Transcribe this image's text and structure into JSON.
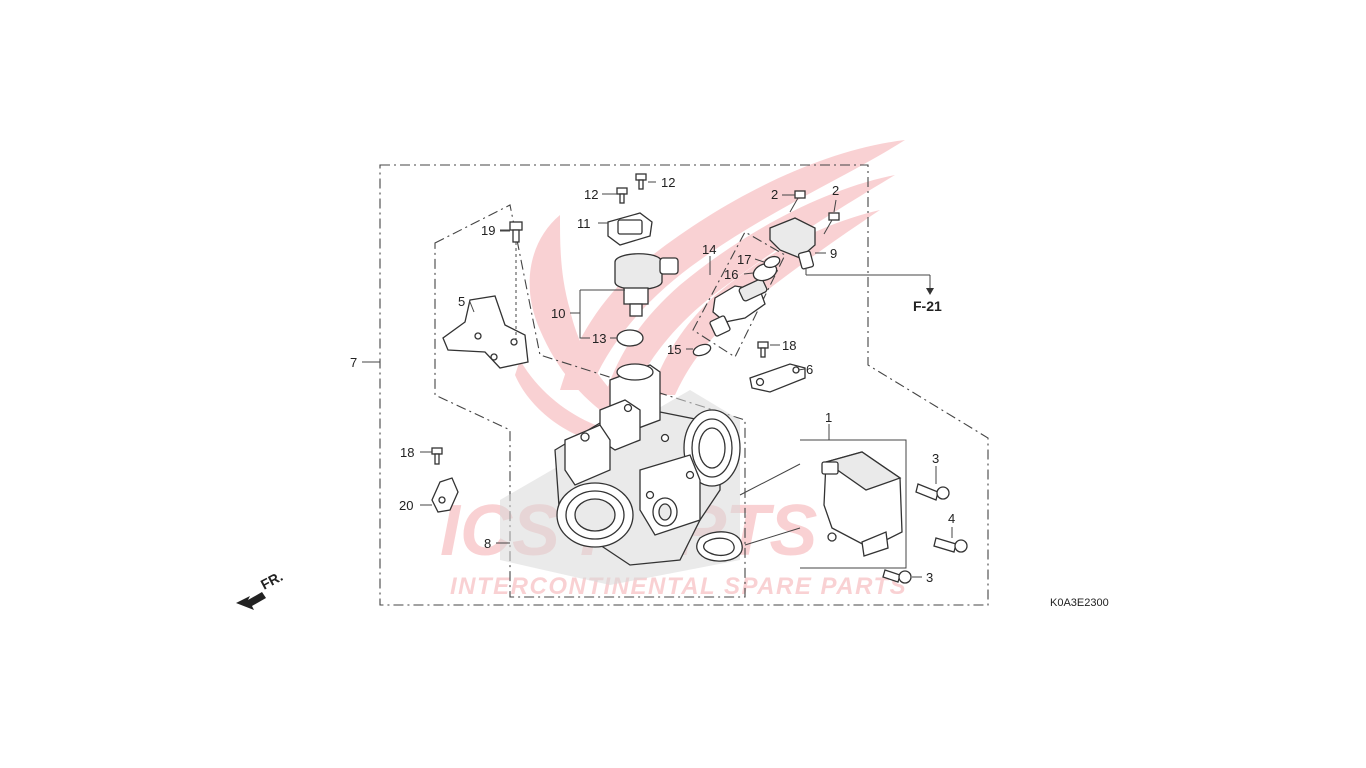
{
  "diagram": {
    "diagram_code": "K0A3E2300",
    "direction_label": "FR.",
    "reference_label": "F-21",
    "watermark": {
      "brand": "ICS PARTS",
      "tagline": "INTERCONTINENTAL SPARE PARTS",
      "logo_color": "#e8343c"
    },
    "callouts": [
      {
        "id": "c1",
        "label": "1"
      },
      {
        "id": "c2a",
        "label": "2"
      },
      {
        "id": "c2b",
        "label": "2"
      },
      {
        "id": "c3a",
        "label": "3"
      },
      {
        "id": "c3b",
        "label": "3"
      },
      {
        "id": "c4",
        "label": "4"
      },
      {
        "id": "c5",
        "label": "5"
      },
      {
        "id": "c6",
        "label": "6"
      },
      {
        "id": "c7",
        "label": "7"
      },
      {
        "id": "c8",
        "label": "8"
      },
      {
        "id": "c9",
        "label": "9"
      },
      {
        "id": "c10",
        "label": "10"
      },
      {
        "id": "c11",
        "label": "11"
      },
      {
        "id": "c12a",
        "label": "12"
      },
      {
        "id": "c12b",
        "label": "12"
      },
      {
        "id": "c13",
        "label": "13"
      },
      {
        "id": "c14",
        "label": "14"
      },
      {
        "id": "c15",
        "label": "15"
      },
      {
        "id": "c16",
        "label": "16"
      },
      {
        "id": "c17",
        "label": "17"
      },
      {
        "id": "c18a",
        "label": "18"
      },
      {
        "id": "c18b",
        "label": "18"
      },
      {
        "id": "c19",
        "label": "19"
      },
      {
        "id": "c20",
        "label": "20"
      }
    ]
  }
}
